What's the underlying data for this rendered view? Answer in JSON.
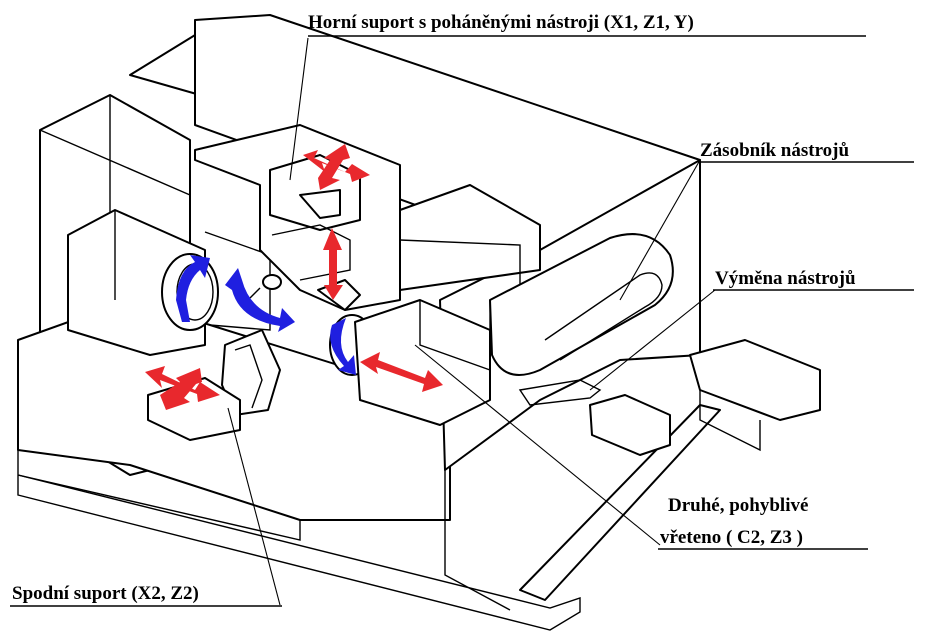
{
  "labels": {
    "upper_slide": "Horní suport s poháněnými nástroji (X1, Z1, Y)",
    "tool_magazine": "Zásobník nástrojů",
    "tool_change": "Výměna nástrojů",
    "second_spindle_line1": "Druhé, pohyblivé",
    "second_spindle_line2": "vřeteno ( C2, Z3 )",
    "lower_slide": "Spodní suport (X2, Z2)"
  },
  "colors": {
    "linear_axis_arrow": "#e8282d",
    "rotary_axis_arrow": "#1f1fe0",
    "line": "#000000",
    "background": "#ffffff"
  }
}
